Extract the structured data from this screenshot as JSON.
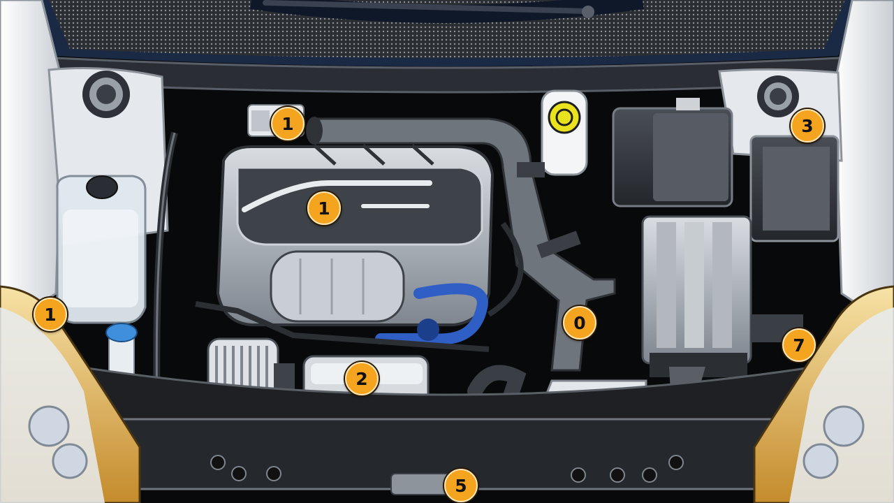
{
  "callouts": [
    {
      "id": "c1",
      "label": "1"
    },
    {
      "id": "c2",
      "label": "1"
    },
    {
      "id": "c3",
      "label": "3"
    },
    {
      "id": "c4",
      "label": "1"
    },
    {
      "id": "c5",
      "label": "0"
    },
    {
      "id": "c6",
      "label": "7"
    },
    {
      "id": "c7",
      "label": "2"
    },
    {
      "id": "c8",
      "label": "5"
    }
  ],
  "colors": {
    "badge_fill": "#f4a41e",
    "engine_cover": "#9aa0a8",
    "intake_hose": "#6f757d",
    "coolant_blue": "#2f5fc4",
    "cap_yellow": "#e8e21f",
    "body_white": "#eef1f4"
  }
}
